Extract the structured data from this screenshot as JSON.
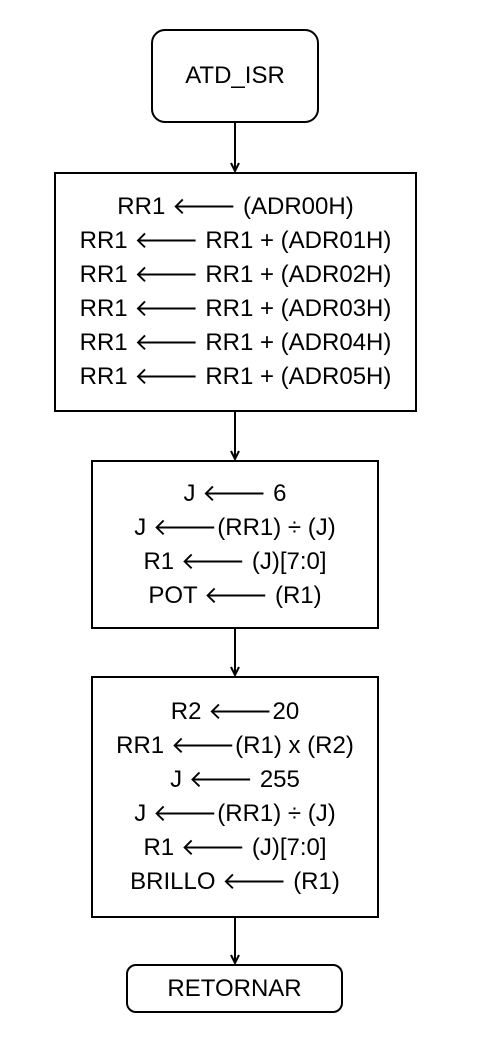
{
  "diagram": {
    "start": {
      "label": "ATD_ISR"
    },
    "steps": [
      {
        "lines": [
          "RR1 🡐 (ADR00H)",
          "RR1 🡐 RR1 + (ADR01H)",
          "RR1 🡐 RR1 + (ADR02H)",
          "RR1 🡐 RR1 + (ADR03H)",
          "RR1 🡐 RR1 + (ADR04H)",
          "RR1 🡐 RR1 + (ADR05H)"
        ]
      },
      {
        "lines": [
          "J 🡐 6",
          "J 🡐(RR1) ÷ (J)",
          "R1 🡐 (J)[7:0]",
          "POT 🡐 (R1)"
        ]
      },
      {
        "lines": [
          "R2 🡐20",
          "RR1 🡐(R1) x (R2)",
          "J 🡐 255",
          "J 🡐(RR1) ÷ (J)",
          "R1 🡐 (J)[7:0]",
          "BRILLO 🡐 (R1)"
        ]
      }
    ],
    "end": {
      "label": "RETORNAR"
    }
  }
}
